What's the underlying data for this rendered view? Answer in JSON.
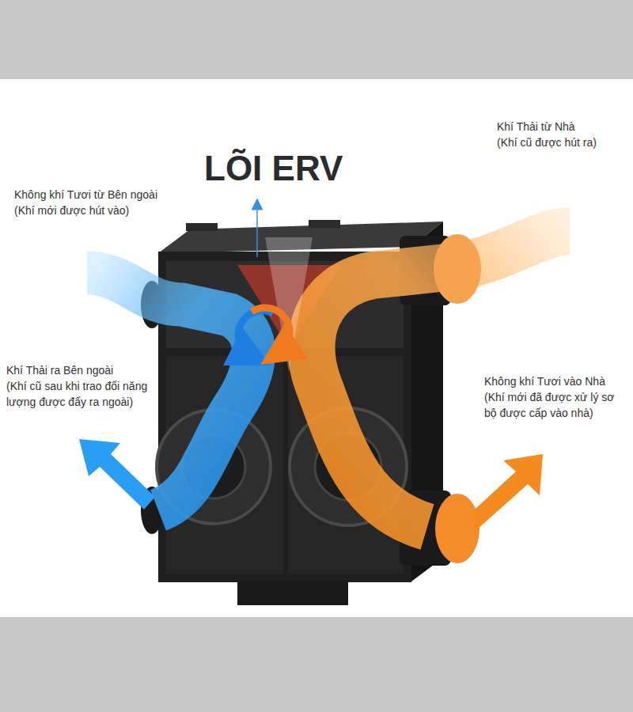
{
  "diagram": {
    "title": "LÕI ERV",
    "labels": [
      "Không khí Tươi từ Bên ngoài",
      "(Khí mới được hút vào)",
      "Khí Thải từ Nhà",
      "(Khí cũ được hút ra)",
      "Khí Thải ra Bên ngoài",
      "(Khí cũ sau khi trao đổi năng lượng được đẩy ra ngoài)",
      "Không khí Tươi vào Nhà",
      "(Khí mới đã được xử lý sơ bộ được cấp vào nhà)"
    ]
  }
}
